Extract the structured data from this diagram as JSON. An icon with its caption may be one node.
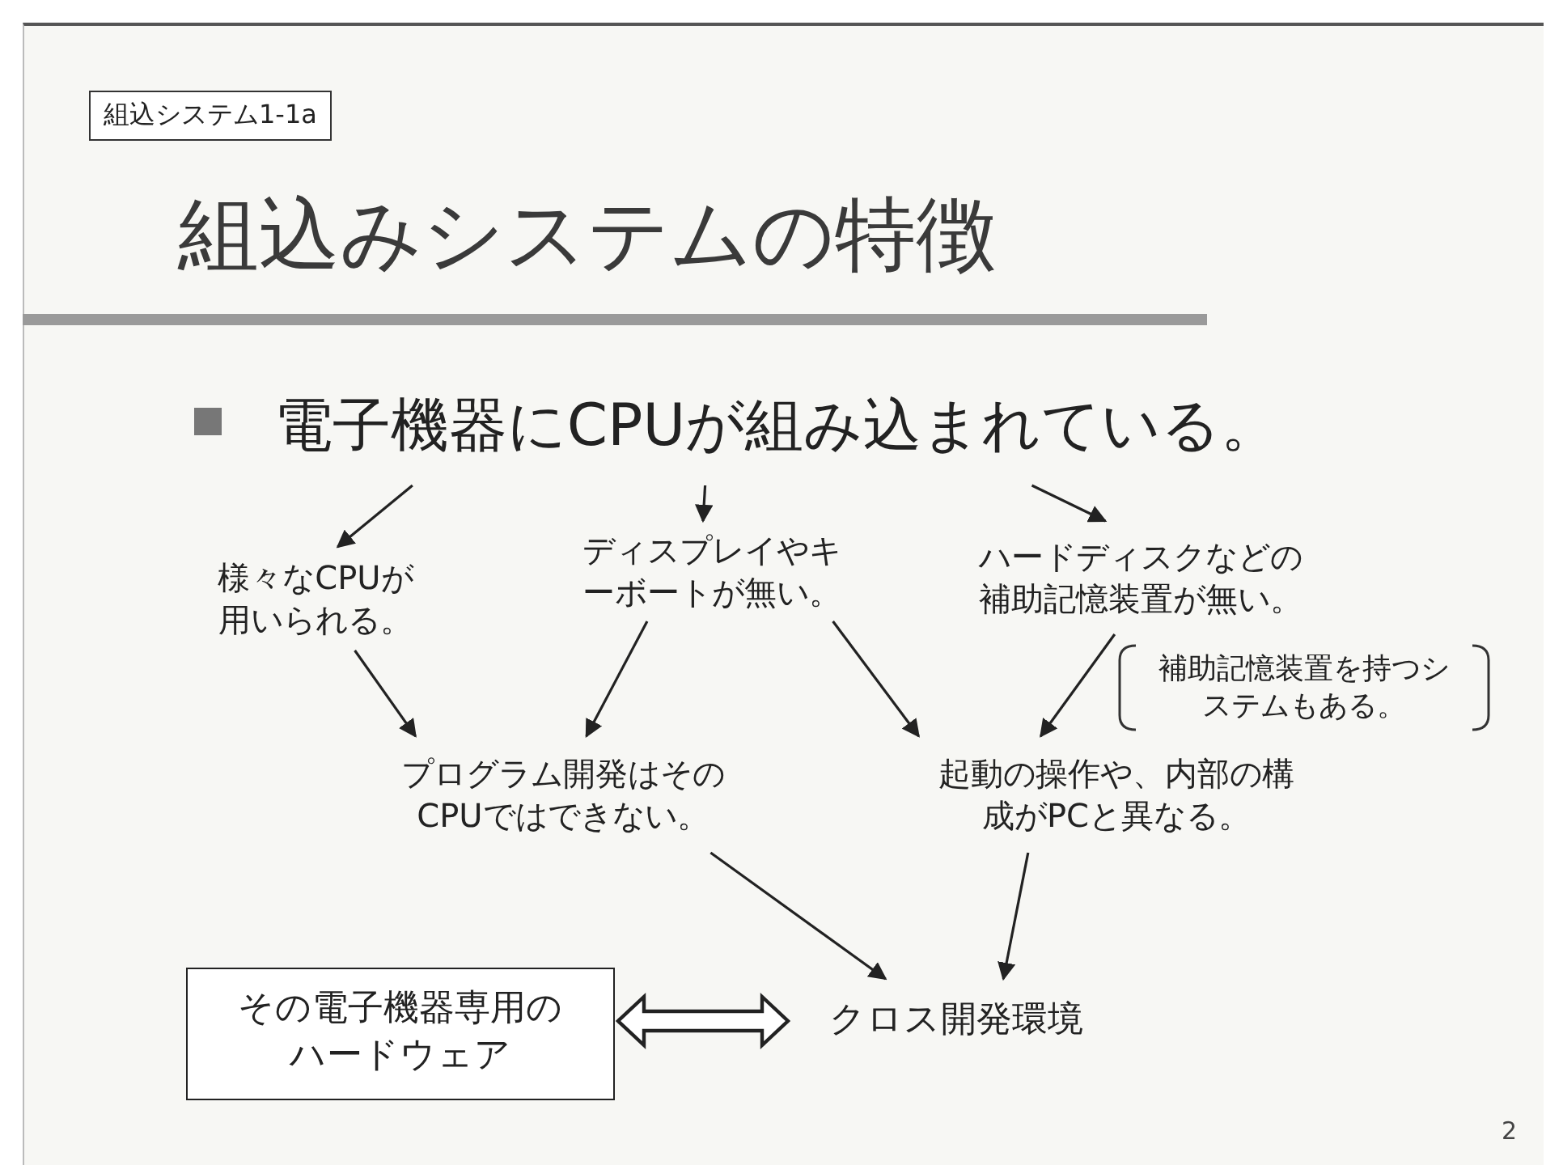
{
  "diagram": {
    "title": "組込みシステムの特徴",
    "nodes": [
      {
        "text": [
          "電子機器にCPUが組み込まれている。"
        ]
      },
      {
        "text": [
          "様々なCPUが用いられる。"
        ]
      },
      {
        "text": [
          "ディスプレイやキーボートが無い。"
        ]
      },
      {
        "text": [
          "ハードディスクなどの補助記憶装置が無い。"
        ],
        "beside": [
          "補助記憶装置を持つシステムもある。"
        ]
      },
      {
        "text": [
          "プログラム開発はそのCPUではできない。"
        ]
      },
      {
        "text": [
          "起動の操作や、内部の構成がPCと異なる。"
        ]
      },
      {
        "text": [
          "その電子機器専用のハードウェア"
        ]
      },
      {
        "text": [
          "クロス開発環境"
        ]
      }
    ],
    "edges": [
      {
        "from": 0,
        "to": 1,
        "arrow": "to"
      },
      {
        "from": 0,
        "to": 2,
        "arrow": "to"
      },
      {
        "from": 0,
        "to": 3,
        "arrow": "to"
      },
      {
        "from": 1,
        "to": 4,
        "arrow": "to"
      },
      {
        "from": 2,
        "to": 4,
        "arrow": "to"
      },
      {
        "from": 2,
        "to": 5,
        "arrow": "to"
      },
      {
        "from": 3,
        "to": 5,
        "arrow": "to"
      },
      {
        "from": 4,
        "to": 7,
        "arrow": "to"
      },
      {
        "from": 5,
        "to": 7,
        "arrow": "to"
      },
      {
        "from": 6,
        "to": 7,
        "arrow": "both",
        "style": "thick"
      }
    ],
    "labels": [
      "組込システム1-1a",
      "2"
    ]
  }
}
